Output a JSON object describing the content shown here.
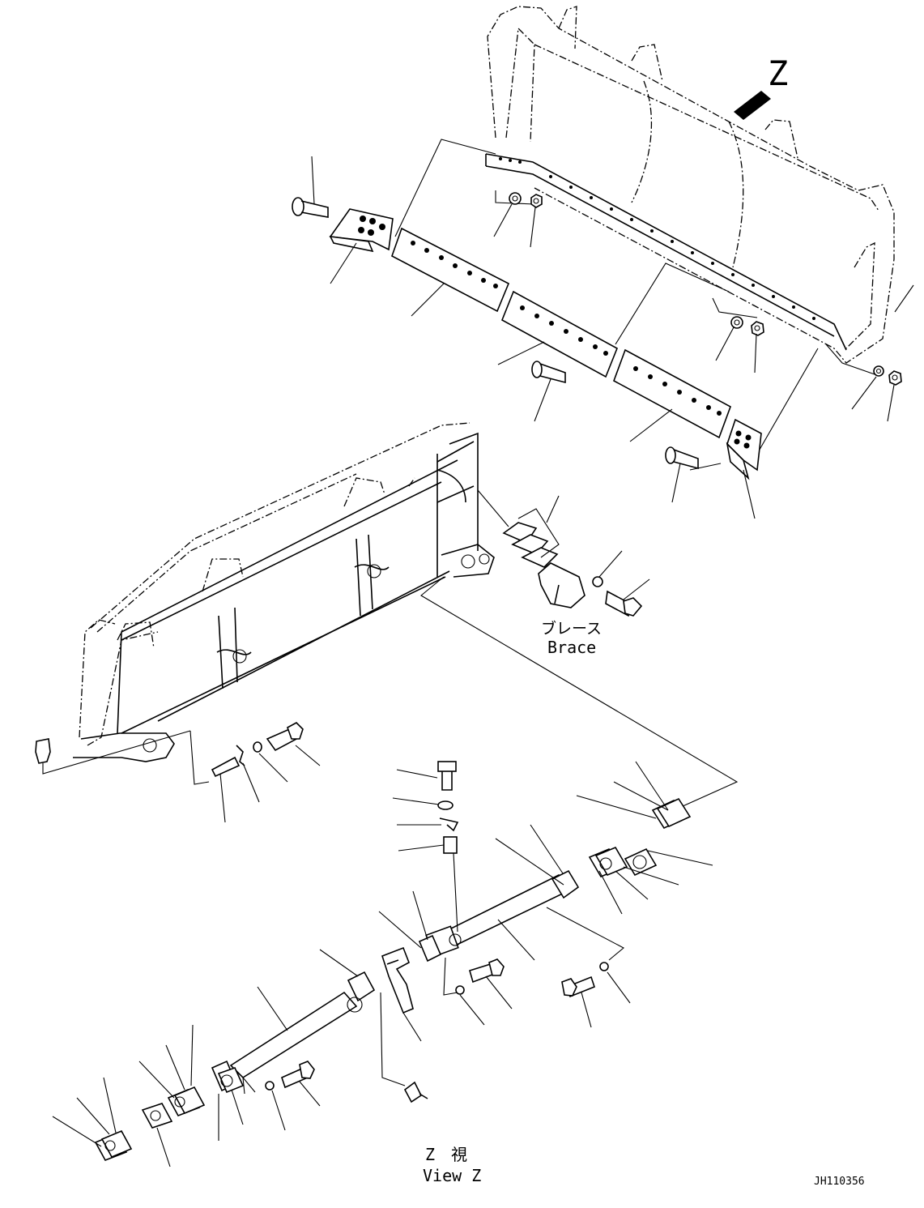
{
  "labels": {
    "view_marker": "Z",
    "brace_jp": "ブレース",
    "brace_en": "Brace",
    "view_jp": "Z　視",
    "view_en": "View Z",
    "drawing_no": "JH110356"
  }
}
